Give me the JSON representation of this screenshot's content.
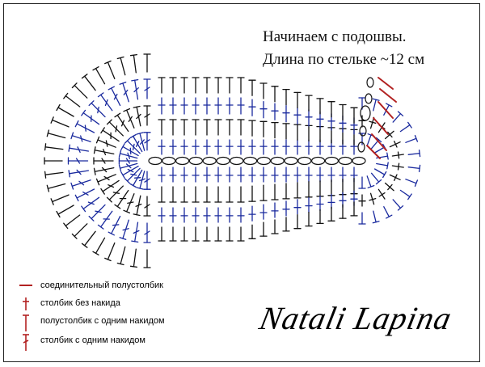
{
  "title": {
    "line1": "Начинаем с подошвы.",
    "line2": "Длина по стельке ~12 см"
  },
  "legend": [
    {
      "symbol": "slip-stitch",
      "label": "соединительный полустолбик",
      "color": "#c0392b"
    },
    {
      "symbol": "single-crochet",
      "label": "столбик без накида",
      "color": "#c0392b"
    },
    {
      "symbol": "half-double-crochet",
      "label": "полустолбик с одним накидом",
      "color": "#c0392b"
    },
    {
      "symbol": "double-crochet",
      "label": "столбик с одним накидом",
      "color": "#c0392b"
    }
  ],
  "signature": "Natali Lapina",
  "colors": {
    "black": "#111111",
    "blue": "#1a2a9e",
    "red": "#b22222"
  }
}
